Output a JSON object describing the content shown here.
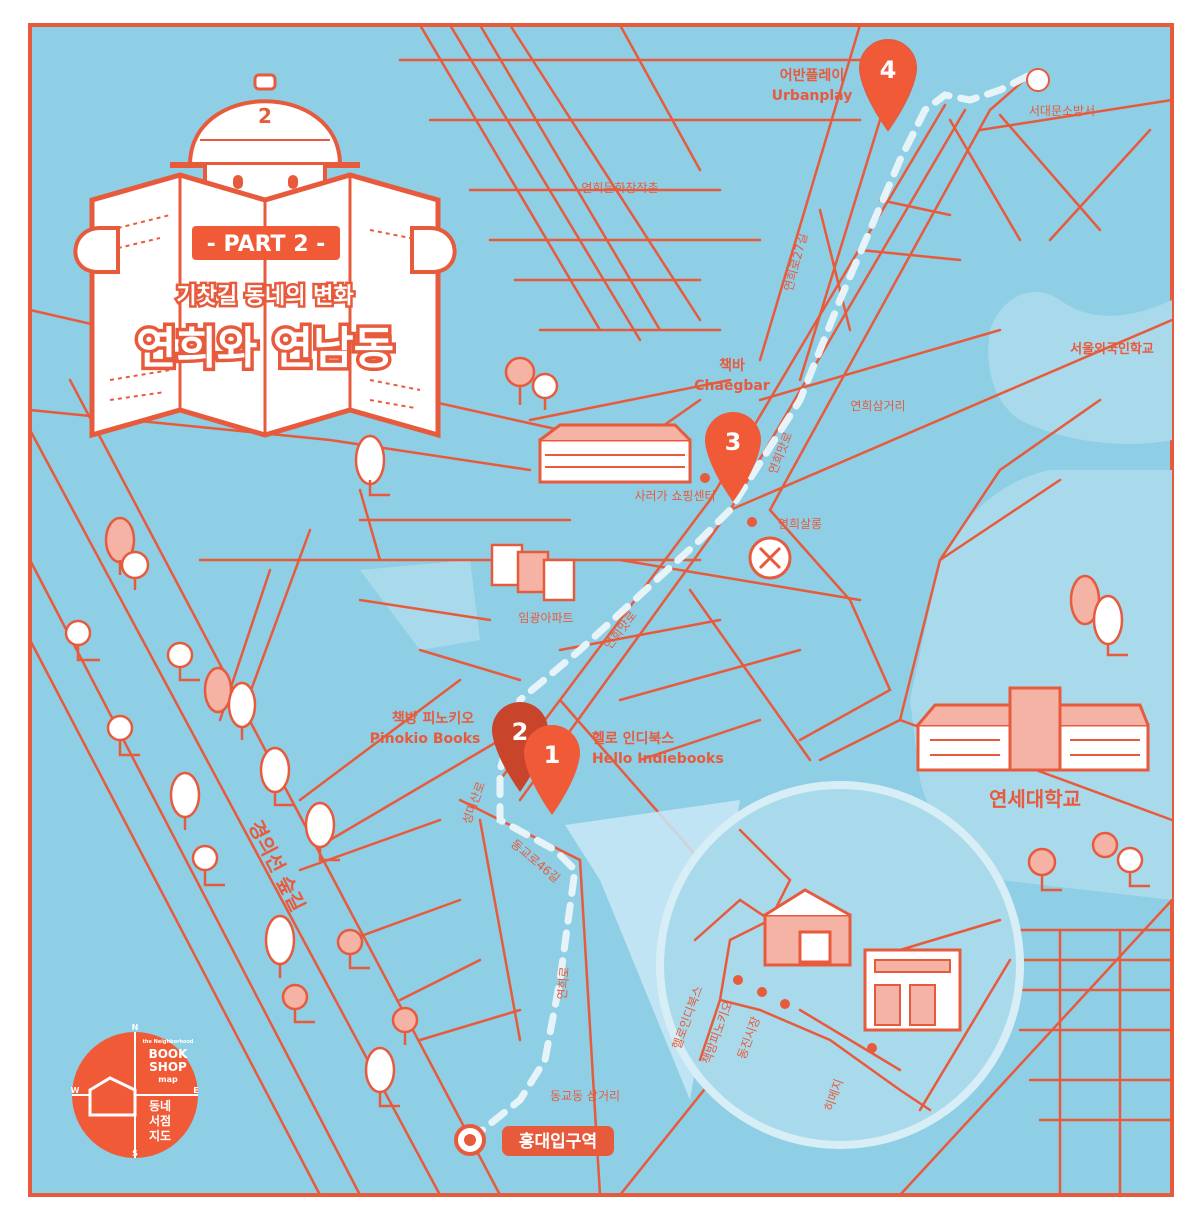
{
  "title": {
    "part_label": "- PART 2 -",
    "subtitle": "기찻길 동네의 변화",
    "main_title": "연희와 연남동",
    "hat_number": "2"
  },
  "pins": [
    {
      "number": "4",
      "name_ko": "어반플레이",
      "name_en": "Urbanplay"
    },
    {
      "number": "3",
      "name_ko": "책바",
      "name_en": "Chaegbar"
    },
    {
      "number": "2",
      "name_ko": "책방 피노키오",
      "name_en": "Pinokio Books"
    },
    {
      "number": "1",
      "name_ko": "헬로 인디북스",
      "name_en": "Hello Indiebooks"
    }
  ],
  "places": {
    "fire_station": "서대문소방서",
    "art_village": "연희문화창작촌",
    "foreign_school": "서울외국인학교",
    "yeonhui_junction": "연희삼거리",
    "sarolga": "사러가 쇼핑센터",
    "yeonhui_salon": "연희살롱",
    "apartment": "임광아파트",
    "yonsei": "연세대학교",
    "donggyo_junction": "동교동 삼거리",
    "station": "홍대입구역",
    "rail_park": "경의선 숲길"
  },
  "streets": {
    "yeonhuiro27": "연희로27길",
    "yeonhuimatro_north": "연희맛로",
    "yeonhuimatro_south": "연희맛로",
    "seongmisanro": "성미산로",
    "donggyoro46": "동교로46길",
    "yeonhuiro": "연희로"
  },
  "inset": {
    "hello": "헬로인디북스",
    "pinokio": "책방피노키오",
    "market": "동진시장",
    "himeji": "히메지"
  },
  "logo": {
    "small": "the Neighborhood",
    "line1": "BOOK",
    "line2": "SHOP",
    "line3": "map",
    "kor1": "동네",
    "kor2": "서점",
    "kor3": "지도",
    "n": "N",
    "s": "S",
    "e": "E",
    "w": "W"
  },
  "colors": {
    "water": "#8ecfe6",
    "park": "#a9daec",
    "road": "#e85a3c",
    "accent": "#f15a37",
    "paper": "#ffffff"
  }
}
